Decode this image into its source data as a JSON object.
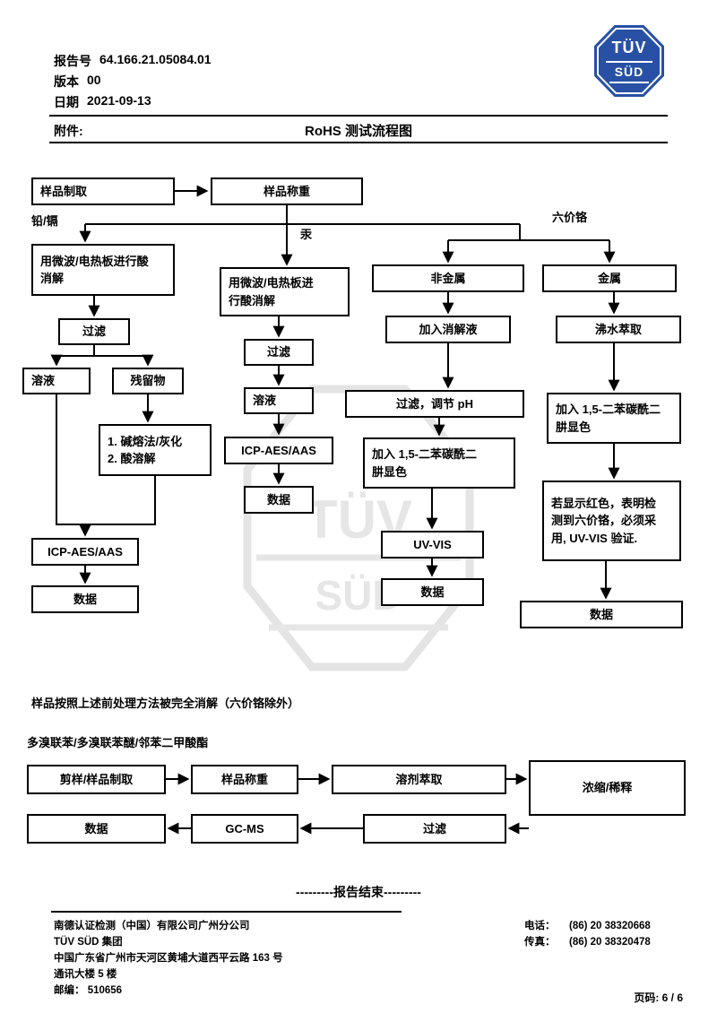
{
  "header": {
    "report": {
      "label": "报告号",
      "value": "64.166.21.05084.01"
    },
    "version": {
      "label": "版本",
      "value": "00"
    },
    "date": {
      "label": "日期",
      "value": "2021-09-13"
    },
    "attachment_label": "附件:",
    "title": "RoHS 测试流程图"
  },
  "logo": {
    "top": "TÜV",
    "bottom": "SÜD",
    "color": "#2850a5"
  },
  "watermark": {
    "top": "TÜV",
    "bottom": "SÜD"
  },
  "flow1": {
    "labels": {
      "pb_cd": "铅/镉",
      "hg": "汞",
      "cr6": "六价铬"
    },
    "nodes": {
      "sample_prep": "样品制取",
      "sample_weigh": "样品称重",
      "digest_left": "用微波/电热板进行酸\n消解",
      "filter_left": "过滤",
      "solution_left": "溶液",
      "residue": "残留物",
      "alkali": "1. 碱熔法/灰化\n2. 酸溶解",
      "icp_left": "ICP-AES/AAS",
      "data_left": "数据",
      "digest_mid": "用微波/电热板进\n行酸消解",
      "filter_mid": "过滤",
      "solution_mid": "溶液",
      "icp_mid": "ICP-AES/AAS",
      "data_mid": "数据",
      "nonmetal": "非金属",
      "digest_liquid": "加入消解液",
      "filter_ph": "过滤，调节 pH",
      "color_nm": "加入 1,5-二苯碳酰二\n肼显色",
      "uvvis": "UV-VIS",
      "data_nm": "数据",
      "metal": "金属",
      "boiling": "沸水萃取",
      "color_m": "加入 1,5-二苯碳酰二\n肼显色",
      "red_note": "若显示红色，表明检\n测到六价铬，必须采\n用, UV-VIS 验证.",
      "data_m": "数据"
    }
  },
  "notes": {
    "note1": "样品按照上述前处理方法被完全消解（六价铬除外）",
    "note2": "多溴联苯/多溴联苯醚/邻苯二甲酸酯",
    "report_end": "---------报告结束---------"
  },
  "flow2": {
    "nodes": {
      "cut_prep": "剪样/样品制取",
      "weigh": "样品称重",
      "solvent": "溶剂萃取",
      "concentrate": "浓缩/稀释",
      "filter": "过滤",
      "gcms": "GC-MS",
      "data": "数据"
    }
  },
  "footer": {
    "company_lines": [
      "南德认证检测（中国）有限公司广州分公司",
      "TÜV SÜD 集团",
      "中国广东省广州市天河区黄埔大道西平云路 163 号",
      "通讯大楼 5 楼",
      "邮编： 510656"
    ],
    "phone_label": "电话：",
    "phone": "(86) 20 38320668",
    "fax_label": "传真：",
    "fax": "(86) 20 38320478",
    "page": "页码: 6 / 6"
  }
}
